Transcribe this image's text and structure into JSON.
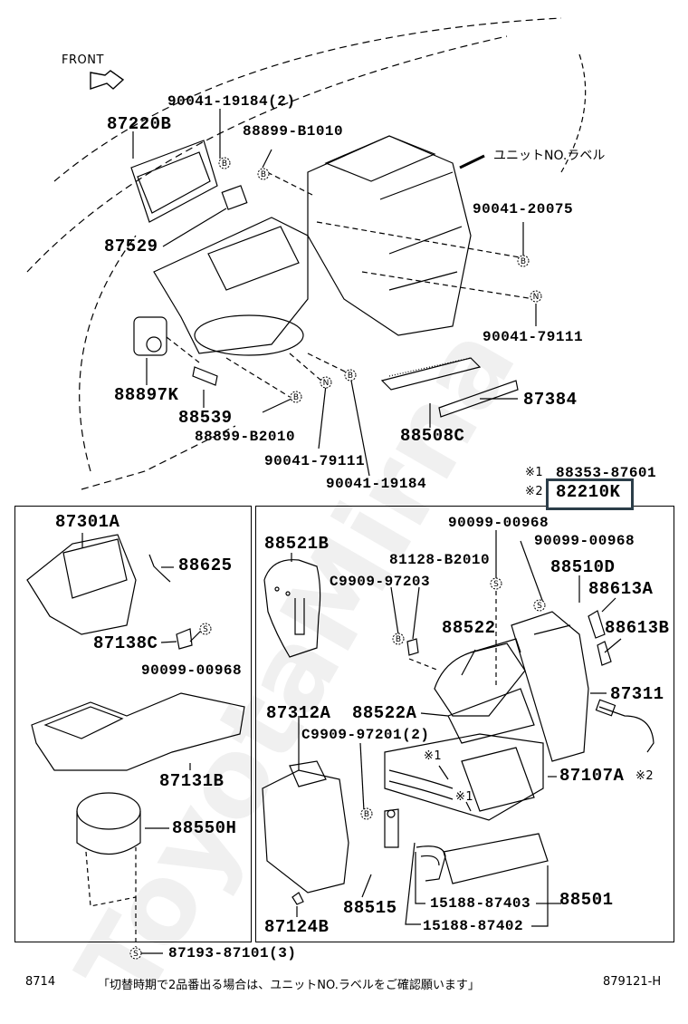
{
  "diagram": {
    "front_label": "FRONT",
    "unit_label_note": "ユニットNO.ラベル",
    "watermark": "ToyotaMirna",
    "highlight_color": "#2b3d49",
    "top_section": {
      "labels": [
        {
          "id": "p87220b",
          "text": "87220B"
        },
        {
          "id": "p90041_19184_2",
          "text": "90041-19184(2)"
        },
        {
          "id": "p88899_b1010",
          "text": "88899-B1010"
        },
        {
          "id": "p87529",
          "text": "87529"
        },
        {
          "id": "p90041_20075",
          "text": "90041-20075"
        },
        {
          "id": "p90041_79111_a",
          "text": "90041-79111"
        },
        {
          "id": "p88897k",
          "text": "88897K"
        },
        {
          "id": "p88539",
          "text": "88539"
        },
        {
          "id": "p88899_b2010",
          "text": "88899-B2010"
        },
        {
          "id": "p90041_79111_b",
          "text": "90041-79111"
        },
        {
          "id": "p90041_19184",
          "text": "90041-19184"
        },
        {
          "id": "p88508c",
          "text": "88508C"
        },
        {
          "id": "p87384",
          "text": "87384"
        }
      ],
      "fastener_markers": [
        "B",
        "B",
        "B",
        "N",
        "B",
        "N",
        "B"
      ]
    },
    "notes": [
      {
        "mark": "※1",
        "part": "88353-87601"
      },
      {
        "mark": "※2",
        "part": "82210K",
        "highlighted": true
      }
    ],
    "left_panel": {
      "labels": [
        {
          "id": "p87301a",
          "text": "87301A"
        },
        {
          "id": "p88625",
          "text": "88625"
        },
        {
          "id": "p87138c",
          "text": "87138C"
        },
        {
          "id": "p90099_00968_l",
          "text": "90099-00968"
        },
        {
          "id": "p87131b",
          "text": "87131B"
        },
        {
          "id": "p88550h",
          "text": "88550H"
        }
      ]
    },
    "right_panel": {
      "labels": [
        {
          "id": "p88521b",
          "text": "88521B"
        },
        {
          "id": "p90099_00968_a",
          "text": "90099-00968"
        },
        {
          "id": "p90099_00968_b",
          "text": "90099-00968"
        },
        {
          "id": "p81128_b2010",
          "text": "81128-B2010"
        },
        {
          "id": "pc9909_97203",
          "text": "C9909-97203"
        },
        {
          "id": "p88510d",
          "text": "88510D"
        },
        {
          "id": "p88613a",
          "text": "88613A"
        },
        {
          "id": "p88522",
          "text": "88522"
        },
        {
          "id": "p88613b",
          "text": "88613B"
        },
        {
          "id": "p87311",
          "text": "87311"
        },
        {
          "id": "p87312a",
          "text": "87312A"
        },
        {
          "id": "p88522a",
          "text": "88522A"
        },
        {
          "id": "pc9909_97201",
          "text": "C9909-97201(2)"
        },
        {
          "id": "p87107a",
          "text": "87107A"
        },
        {
          "id": "mark2",
          "text": "※2"
        },
        {
          "id": "mark1a",
          "text": "※1"
        },
        {
          "id": "mark1b",
          "text": "※1"
        },
        {
          "id": "p88515",
          "text": "88515"
        },
        {
          "id": "p88501",
          "text": "88501"
        },
        {
          "id": "p15188_87403",
          "text": "15188-87403"
        },
        {
          "id": "p15188_87402",
          "text": "15188-87402"
        },
        {
          "id": "p87124b",
          "text": "87124B"
        }
      ]
    },
    "bottom_part": "87193-87101(3)",
    "footer": {
      "page_code": "8714",
      "note": "「切替時期で2品番出る場合は、ユニットNO.ラベルをご確認願います」",
      "figure_id": "879121-H"
    }
  }
}
